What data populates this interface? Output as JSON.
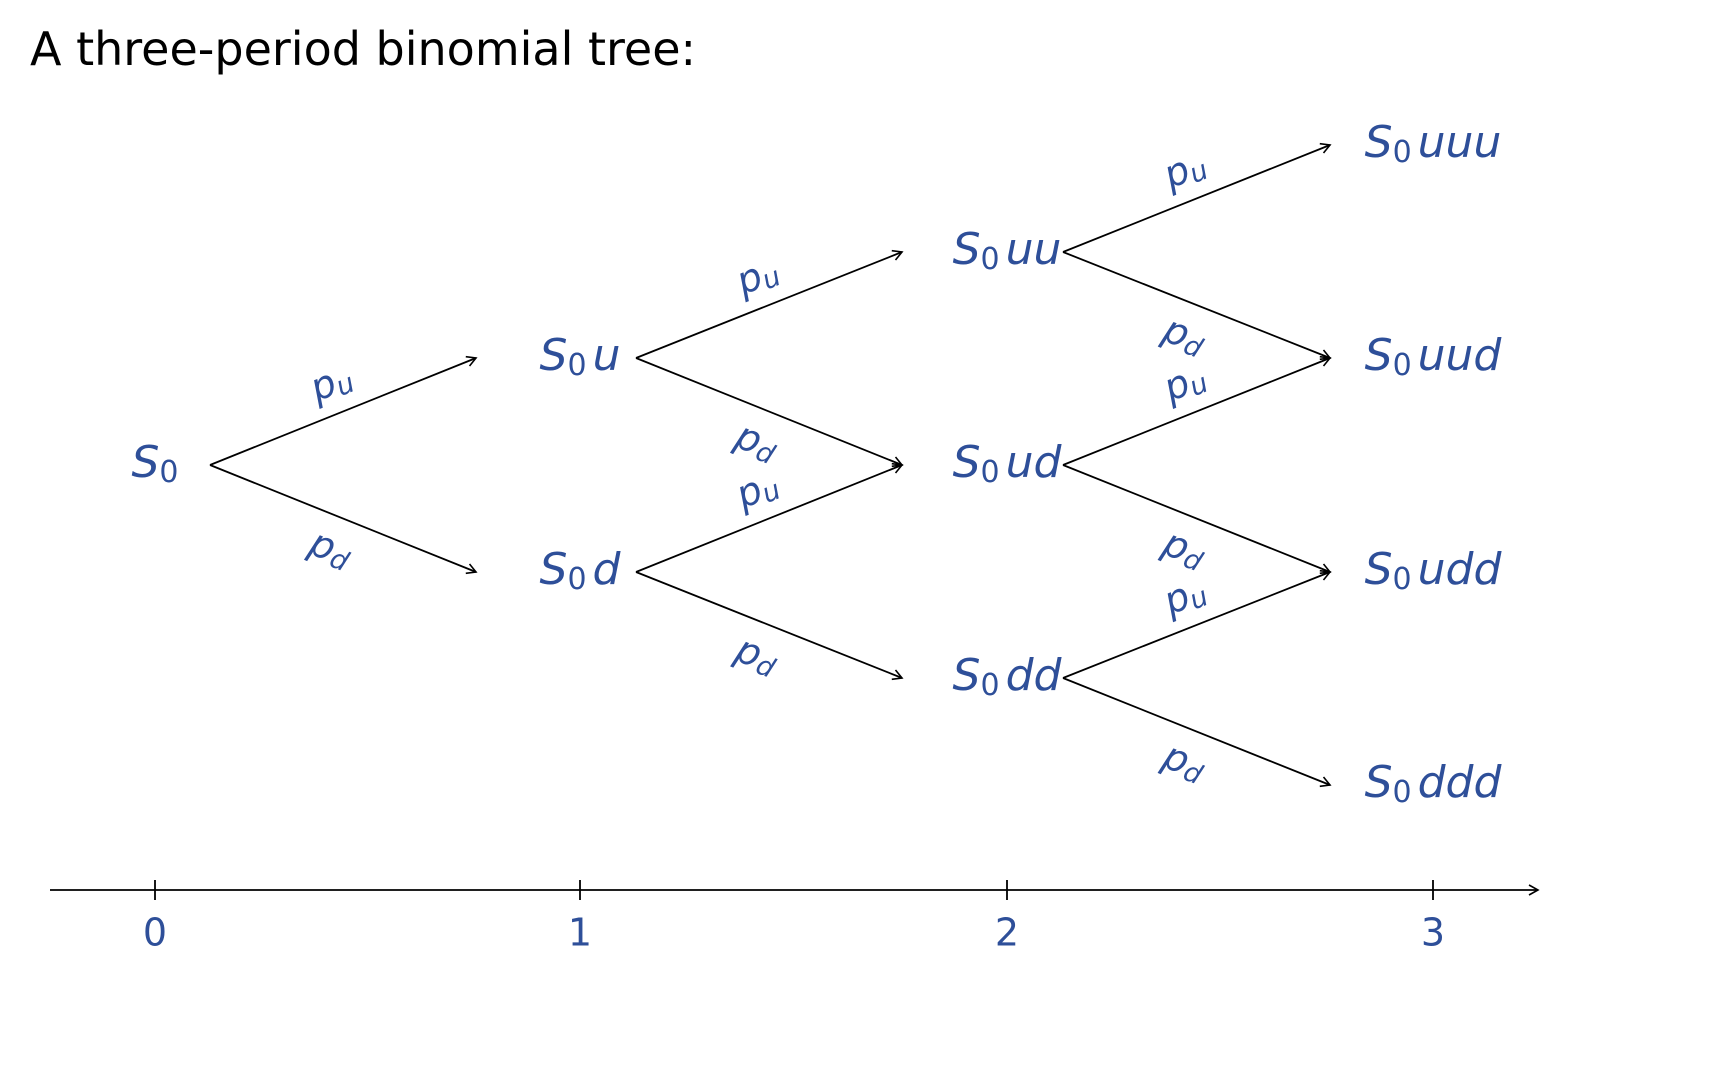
{
  "title": "A three-period binomial tree:",
  "colors": {
    "math": "#2e4f99",
    "line": "#000000"
  },
  "nodes": [
    {
      "id": "n0",
      "base": "S",
      "sub": "0",
      "suffix": ""
    },
    {
      "id": "u",
      "base": "S",
      "sub": "0",
      "suffix": "u"
    },
    {
      "id": "d",
      "base": "S",
      "sub": "0",
      "suffix": "d"
    },
    {
      "id": "uu",
      "base": "S",
      "sub": "0",
      "suffix": "uu"
    },
    {
      "id": "ud",
      "base": "S",
      "sub": "0",
      "suffix": "ud"
    },
    {
      "id": "dd",
      "base": "S",
      "sub": "0",
      "suffix": "dd"
    },
    {
      "id": "uuu",
      "base": "S",
      "sub": "0",
      "suffix": "uuu"
    },
    {
      "id": "uud",
      "base": "S",
      "sub": "0",
      "suffix": "uud"
    },
    {
      "id": "udd",
      "base": "S",
      "sub": "0",
      "suffix": "udd"
    },
    {
      "id": "ddd",
      "base": "S",
      "sub": "0",
      "suffix": "ddd"
    }
  ],
  "edges": [
    {
      "from": "n0",
      "to": "u",
      "base": "p",
      "sub": "u"
    },
    {
      "from": "n0",
      "to": "d",
      "base": "p",
      "sub": "d"
    },
    {
      "from": "u",
      "to": "uu",
      "base": "p",
      "sub": "u"
    },
    {
      "from": "u",
      "to": "ud",
      "base": "p",
      "sub": "d"
    },
    {
      "from": "d",
      "to": "ud",
      "base": "p",
      "sub": "u"
    },
    {
      "from": "d",
      "to": "dd",
      "base": "p",
      "sub": "d"
    },
    {
      "from": "uu",
      "to": "uuu",
      "base": "p",
      "sub": "u"
    },
    {
      "from": "uu",
      "to": "uud",
      "base": "p",
      "sub": "d"
    },
    {
      "from": "ud",
      "to": "uud",
      "base": "p",
      "sub": "u"
    },
    {
      "from": "ud",
      "to": "udd",
      "base": "p",
      "sub": "d"
    },
    {
      "from": "dd",
      "to": "udd",
      "base": "p",
      "sub": "u"
    },
    {
      "from": "dd",
      "to": "ddd",
      "base": "p",
      "sub": "d"
    }
  ],
  "axis": {
    "ticks": [
      "0",
      "1",
      "2",
      "3"
    ]
  }
}
